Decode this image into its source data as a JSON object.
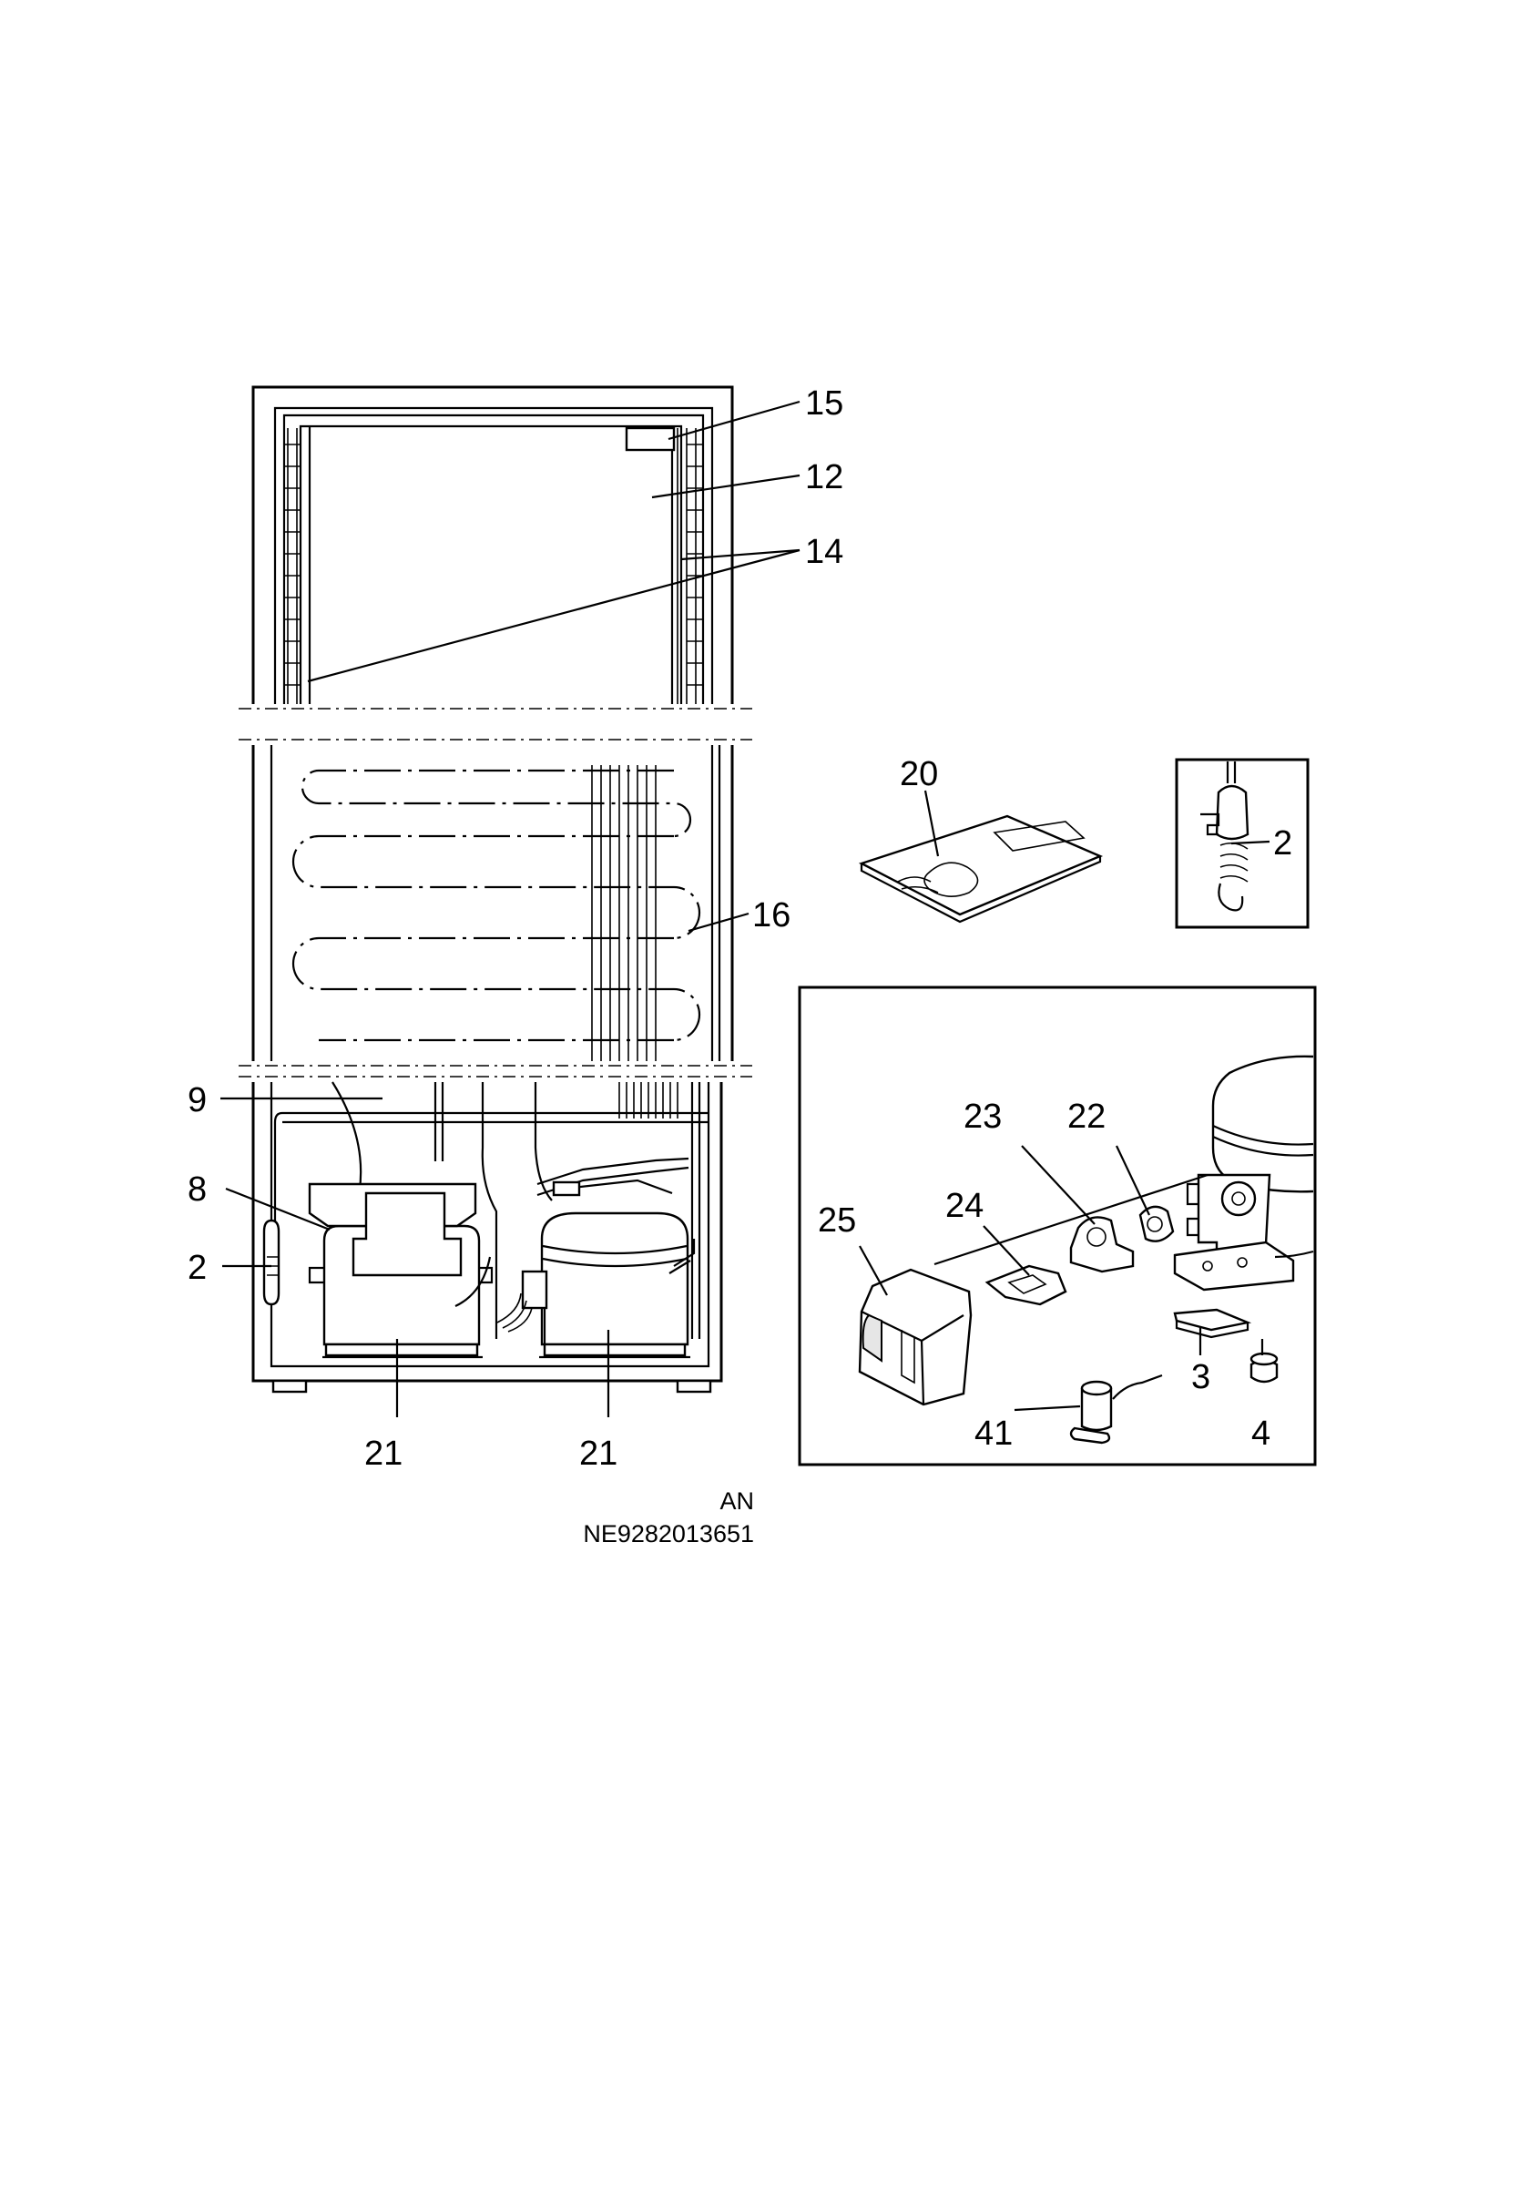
{
  "figure": {
    "callouts": [
      {
        "id": "c15",
        "text": "15"
      },
      {
        "id": "c12",
        "text": "12"
      },
      {
        "id": "c14",
        "text": "14"
      },
      {
        "id": "c20",
        "text": "20"
      },
      {
        "id": "c2a",
        "text": "2"
      },
      {
        "id": "c16",
        "text": "16"
      },
      {
        "id": "c9",
        "text": "9"
      },
      {
        "id": "c8",
        "text": "8"
      },
      {
        "id": "c2b",
        "text": "2"
      },
      {
        "id": "c21a",
        "text": "21"
      },
      {
        "id": "c21b",
        "text": "21"
      },
      {
        "id": "c23",
        "text": "23"
      },
      {
        "id": "c22",
        "text": "22"
      },
      {
        "id": "c24",
        "text": "24"
      },
      {
        "id": "c25",
        "text": "25"
      },
      {
        "id": "c3",
        "text": "3"
      },
      {
        "id": "c4",
        "text": "4"
      },
      {
        "id": "c41",
        "text": "41"
      }
    ],
    "footer": {
      "line1": "AN",
      "line2": "NE9282013651"
    }
  }
}
